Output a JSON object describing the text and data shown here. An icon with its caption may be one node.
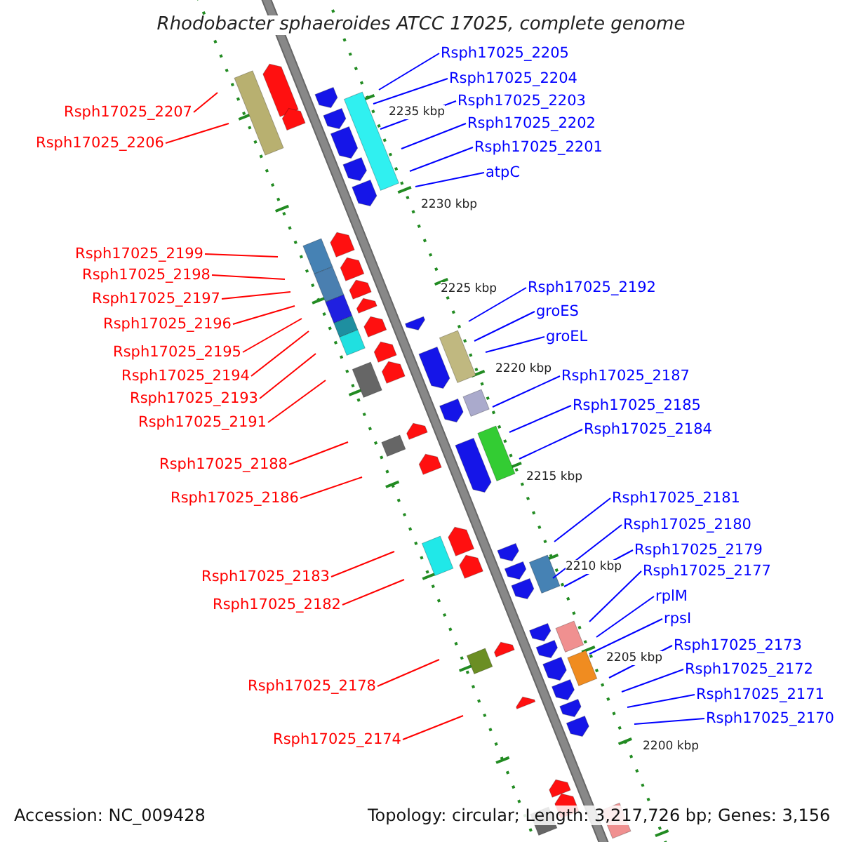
{
  "diagram": {
    "title": "Rhodobacter sphaeroides ATCC 17025, complete genome",
    "nodes": [
      {
        "text": [
          "Rsph17025_2207"
        ]
      },
      {
        "text": [
          "Rsph17025_2206"
        ]
      },
      {
        "text": [
          "Rsph17025_2199"
        ]
      },
      {
        "text": [
          "Rsph17025_2198"
        ]
      },
      {
        "text": [
          "Rsph17025_2197"
        ]
      },
      {
        "text": [
          "Rsph17025_2196"
        ]
      },
      {
        "text": [
          "Rsph17025_2195"
        ]
      },
      {
        "text": [
          "Rsph17025_2194"
        ]
      },
      {
        "text": [
          "Rsph17025_2193"
        ]
      },
      {
        "text": [
          "Rsph17025_2191"
        ]
      },
      {
        "text": [
          "Rsph17025_2188"
        ]
      },
      {
        "text": [
          "Rsph17025_2186"
        ]
      },
      {
        "text": [
          "Rsph17025_2183"
        ]
      },
      {
        "text": [
          "Rsph17025_2182"
        ]
      },
      {
        "text": [
          "Rsph17025_2178"
        ]
      },
      {
        "text": [
          "Rsph17025_2174"
        ]
      },
      {
        "text": [
          "Rsph17025_2205"
        ]
      },
      {
        "text": [
          "Rsph17025_2204"
        ]
      },
      {
        "text": [
          "Rsph17025_2203"
        ]
      },
      {
        "text": [
          "Rsph17025_2202"
        ]
      },
      {
        "text": [
          "Rsph17025_2201"
        ]
      },
      {
        "text": [
          "atpC"
        ]
      },
      {
        "text": [
          "Rsph17025_2192"
        ]
      },
      {
        "text": [
          "groES"
        ]
      },
      {
        "text": [
          "groEL"
        ]
      },
      {
        "text": [
          "Rsph17025_2187"
        ]
      },
      {
        "text": [
          "Rsph17025_2185"
        ]
      },
      {
        "text": [
          "Rsph17025_2184"
        ]
      },
      {
        "text": [
          "Rsph17025_2181"
        ]
      },
      {
        "text": [
          "Rsph17025_2180"
        ]
      },
      {
        "text": [
          "Rsph17025_2179"
        ]
      },
      {
        "text": [
          "Rsph17025_2177"
        ]
      },
      {
        "text": [
          "rplM"
        ]
      },
      {
        "text": [
          "rpsI"
        ]
      },
      {
        "text": [
          "Rsph17025_2173"
        ]
      },
      {
        "text": [
          "Rsph17025_2172"
        ]
      },
      {
        "text": [
          "Rsph17025_2171"
        ]
      },
      {
        "text": [
          "Rsph17025_2170"
        ]
      }
    ],
    "edges": [
      {
        "from": 0,
        "to": null,
        "arrow": "none",
        "color": "#ff0000"
      },
      {
        "from": 1,
        "to": null,
        "arrow": "none",
        "color": "#ff0000"
      },
      {
        "from": 2,
        "to": null,
        "arrow": "none",
        "color": "#ff0000"
      },
      {
        "from": 3,
        "to": null,
        "arrow": "none",
        "color": "#ff0000"
      },
      {
        "from": 4,
        "to": null,
        "arrow": "none",
        "color": "#ff0000"
      },
      {
        "from": 5,
        "to": null,
        "arrow": "none",
        "color": "#ff0000"
      },
      {
        "from": 6,
        "to": null,
        "arrow": "none",
        "color": "#ff0000"
      },
      {
        "from": 7,
        "to": null,
        "arrow": "none",
        "color": "#ff0000"
      },
      {
        "from": 8,
        "to": null,
        "arrow": "none",
        "color": "#ff0000"
      },
      {
        "from": 9,
        "to": null,
        "arrow": "none",
        "color": "#ff0000"
      },
      {
        "from": 10,
        "to": null,
        "arrow": "none",
        "color": "#ff0000"
      },
      {
        "from": 11,
        "to": null,
        "arrow": "none",
        "color": "#ff0000"
      },
      {
        "from": 12,
        "to": null,
        "arrow": "none",
        "color": "#ff0000"
      },
      {
        "from": 13,
        "to": null,
        "arrow": "none",
        "color": "#ff0000"
      },
      {
        "from": 14,
        "to": null,
        "arrow": "none",
        "color": "#ff0000"
      },
      {
        "from": 15,
        "to": null,
        "arrow": "none",
        "color": "#ff0000"
      },
      {
        "from": 16,
        "to": null,
        "arrow": "none"
      },
      {
        "from": 17,
        "to": null,
        "arrow": "none"
      },
      {
        "from": 18,
        "to": null,
        "arrow": "none"
      },
      {
        "from": 19,
        "to": null,
        "arrow": "none"
      },
      {
        "from": 20,
        "to": null,
        "arrow": "none"
      },
      {
        "from": 21,
        "to": null,
        "arrow": "none"
      },
      {
        "from": 22,
        "to": null,
        "arrow": "none"
      },
      {
        "from": 23,
        "to": null,
        "arrow": "none"
      },
      {
        "from": 24,
        "to": null,
        "arrow": "none"
      },
      {
        "from": 25,
        "to": null,
        "arrow": "none"
      },
      {
        "from": 26,
        "to": null,
        "arrow": "none"
      },
      {
        "from": 27,
        "to": null,
        "arrow": "none"
      },
      {
        "from": 28,
        "to": null,
        "arrow": "none"
      },
      {
        "from": 29,
        "to": null,
        "arrow": "none"
      },
      {
        "from": 30,
        "to": null,
        "arrow": "none"
      },
      {
        "from": 31,
        "to": null,
        "arrow": "none"
      },
      {
        "from": 32,
        "to": null,
        "arrow": "none"
      },
      {
        "from": 33,
        "to": null,
        "arrow": "none"
      },
      {
        "from": 34,
        "to": null,
        "arrow": "none"
      },
      {
        "from": 35,
        "to": null,
        "arrow": "none"
      },
      {
        "from": 36,
        "to": null,
        "arrow": "none"
      },
      {
        "from": 37,
        "to": null,
        "arrow": "none"
      }
    ],
    "labels": [
      "2235 kbp",
      "2230 kbp",
      "2225 kbp",
      "2220 kbp",
      "2215 kbp",
      "2210 kbp",
      "2205 kbp",
      "2200 kbp",
      "Accession: NC_009428",
      "Topology: circular; Length: 3,217,726 bp; Genes: 3,156"
    ]
  }
}
